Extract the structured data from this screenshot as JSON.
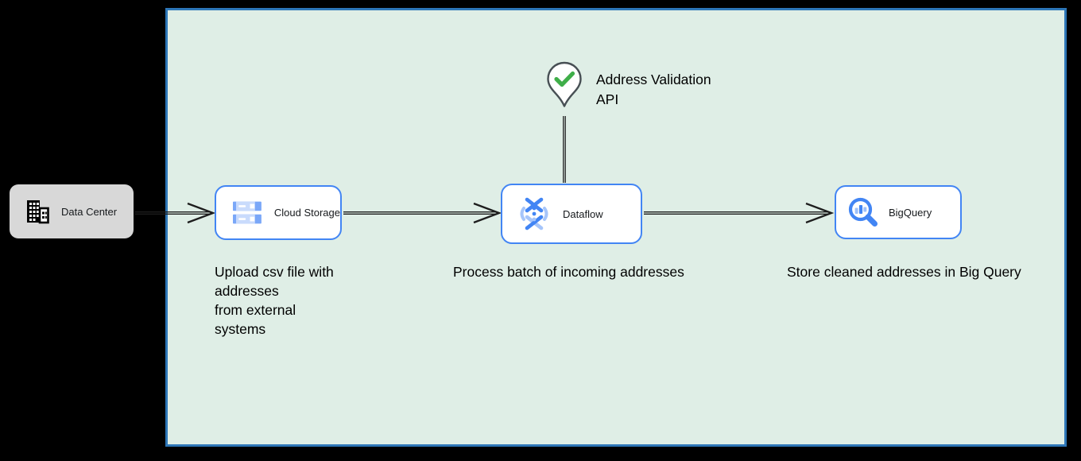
{
  "diagram": {
    "external_node": {
      "label": "Data Center",
      "icon": "building-icon"
    },
    "nodes": {
      "cloud_storage": {
        "label": "Cloud Storage",
        "icon": "cloud-storage-icon"
      },
      "dataflow": {
        "label": "Dataflow",
        "icon": "dataflow-icon"
      },
      "bigquery": {
        "label": "BigQuery",
        "icon": "bigquery-icon"
      }
    },
    "api_marker": {
      "lines": [
        "Address Validation",
        "API"
      ],
      "icon": "map-pin-check-icon"
    },
    "captions": {
      "cloud_storage_lines": [
        "Upload csv file with",
        "addresses",
        "from external",
        "systems"
      ],
      "dataflow": "Process batch of incoming addresses",
      "bigquery": "Store cleaned addresses in Big Query"
    },
    "edges": [
      {
        "from": "Data Center",
        "to": "Cloud Storage",
        "style": "open-arrow"
      },
      {
        "from": "Cloud Storage",
        "to": "Dataflow",
        "style": "open-arrow"
      },
      {
        "from": "Dataflow",
        "to": "BigQuery",
        "style": "open-arrow"
      },
      {
        "from": "Address Validation API",
        "to": "Dataflow",
        "style": "plain-line"
      }
    ],
    "colors": {
      "canvas_bg": "#000000",
      "zone_fill": "#dfeee6",
      "zone_border": "#2d76b7",
      "gcp_node_border": "#4285f4",
      "gcp_node_fill": "#ffffff",
      "external_node_fill": "#d8d8d8",
      "arrow": "#1d1d1d",
      "check_green": "#3fae49",
      "icon_blue": "#4285f4",
      "icon_blue_light": "#a6c5fa",
      "text": "#000000"
    }
  }
}
